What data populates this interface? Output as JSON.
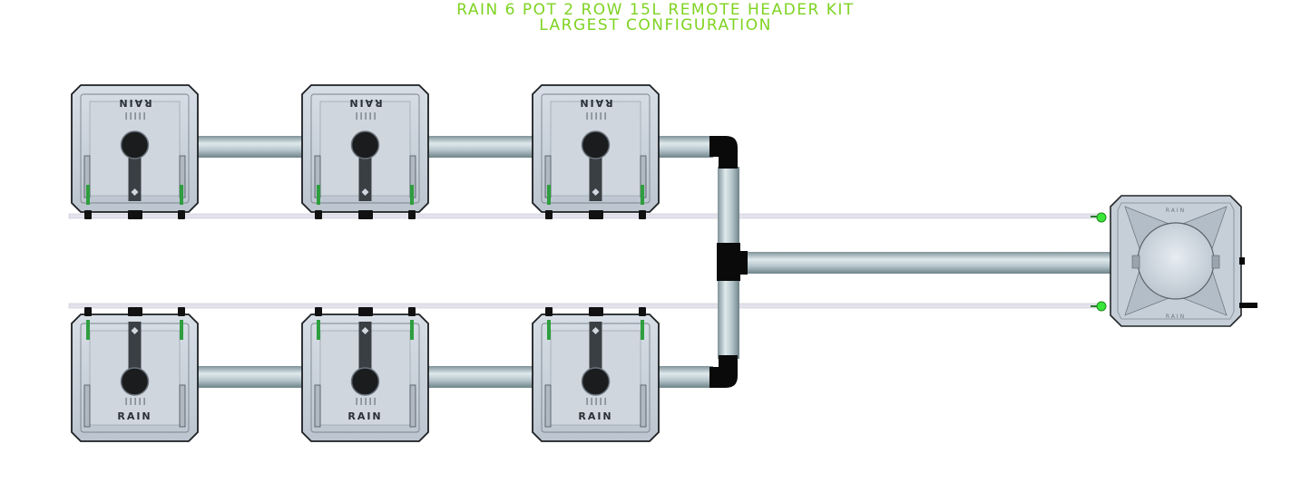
{
  "title": {
    "line1": "RAIN 6 POT 2 ROW 15L REMOTE HEADER KIT",
    "line2": "LARGEST CONFIGURATION"
  },
  "colors": {
    "title": "#7ed321",
    "pot_fill": "#c9d1da",
    "pot_outline": "#1c1f22",
    "pipe": "#b8c8cf",
    "fitting": "#0a0a0a",
    "drip_line": "#e4e2ec",
    "connector": "#39e639"
  },
  "pots": {
    "top_row": [
      {
        "label": "RAIN"
      },
      {
        "label": "RAIN"
      },
      {
        "label": "RAIN"
      }
    ],
    "bottom_row": [
      {
        "label": "RAIN"
      },
      {
        "label": "RAIN"
      },
      {
        "label": "RAIN"
      }
    ]
  },
  "reservoir": {
    "label_top": "RAIN",
    "label_bottom": "RAIN",
    "icon": "reservoir-tank-icon"
  }
}
